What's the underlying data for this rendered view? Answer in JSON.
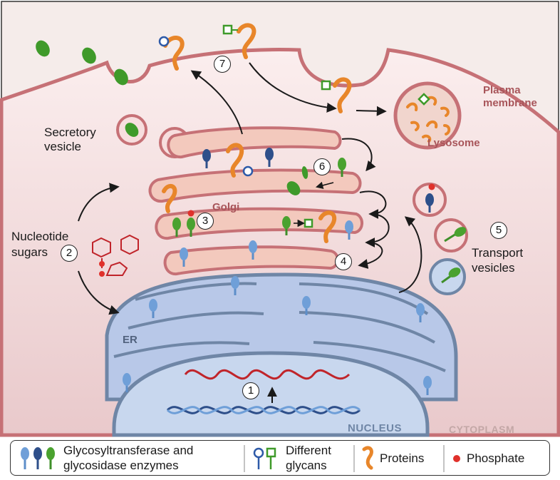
{
  "labels": {
    "plasma_membrane_1": "Plasma",
    "plasma_membrane_2": "membrane",
    "lysosome": "Lysosome",
    "secretory_vesicle_1": "Secretory",
    "secretory_vesicle_2": "vesicle",
    "golgi": "Golgi",
    "nucleotide_sugars_1": "Nucleotide",
    "nucleotide_sugars_2": "sugars",
    "transport_vesicles_1": "Transport",
    "transport_vesicles_2": "vesicles",
    "er": "ER",
    "nucleus": "NUCLEUS",
    "cytoplasm": "CYTOPLASM"
  },
  "steps": [
    "1",
    "2",
    "3",
    "4",
    "5",
    "6",
    "7"
  ],
  "legend": {
    "enzymes_1": "Glycosyltransferase and",
    "enzymes_2": "glycosidase enzymes",
    "glycans_1": "Different",
    "glycans_2": "glycans",
    "proteins": "Proteins",
    "phosphate": "Phosphate"
  },
  "colors": {
    "enzyme_light_blue": "#6f9fd8",
    "enzyme_dark_blue": "#2e4f8a",
    "enzyme_green": "#3f8f2a",
    "glycan_blue": "#2e5aa8",
    "glycan_green": "#3f9a2a",
    "protein": "#e8862a",
    "phosphate": "#e0312b",
    "organelle_label": "#a8555a",
    "golgi_fill": "#f3c9bd",
    "er_fill": "#b8c8e8",
    "nucleus_fill": "#c8d7ee"
  },
  "icons": [
    "enzyme-icon",
    "glycan-icon",
    "protein-icon",
    "phosphate-icon",
    "dna-icon",
    "mrna-icon",
    "nucleotide-sugar-icon"
  ]
}
